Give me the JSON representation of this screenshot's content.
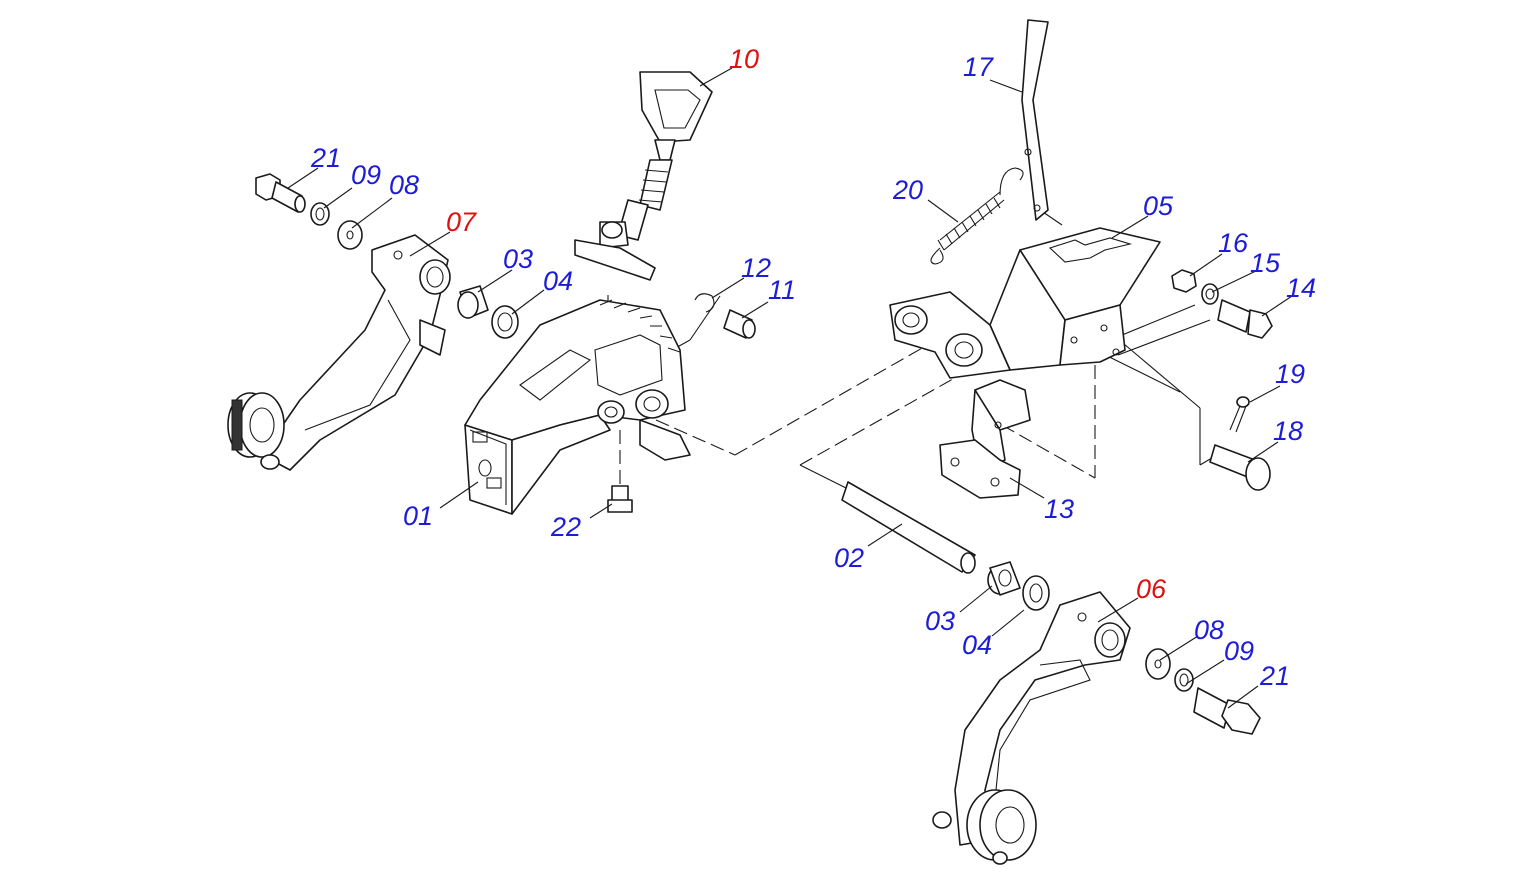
{
  "colors": {
    "callout_standard": "#1d1dd6",
    "callout_highlight": "#e01010",
    "line": "#1a1a1a",
    "background": "#ffffff"
  },
  "callouts": {
    "c01": {
      "text": "01",
      "highlight": false
    },
    "c02": {
      "text": "02",
      "highlight": false
    },
    "c03_top": {
      "text": "03",
      "highlight": false
    },
    "c03_bottom": {
      "text": "03",
      "highlight": false
    },
    "c04_top": {
      "text": "04",
      "highlight": false
    },
    "c04_bottom": {
      "text": "04",
      "highlight": false
    },
    "c05": {
      "text": "05",
      "highlight": false
    },
    "c06": {
      "text": "06",
      "highlight": true
    },
    "c07": {
      "text": "07",
      "highlight": true
    },
    "c08_top": {
      "text": "08",
      "highlight": false
    },
    "c08_bottom": {
      "text": "08",
      "highlight": false
    },
    "c09_top": {
      "text": "09",
      "highlight": false
    },
    "c09_bottom": {
      "text": "09",
      "highlight": false
    },
    "c10": {
      "text": "10",
      "highlight": true
    },
    "c11": {
      "text": "11",
      "highlight": false
    },
    "c12": {
      "text": "12",
      "highlight": false
    },
    "c13": {
      "text": "13",
      "highlight": false
    },
    "c14": {
      "text": "14",
      "highlight": false
    },
    "c15": {
      "text": "15",
      "highlight": false
    },
    "c16": {
      "text": "16",
      "highlight": false
    },
    "c17": {
      "text": "17",
      "highlight": false
    },
    "c18": {
      "text": "18",
      "highlight": false
    },
    "c19": {
      "text": "19",
      "highlight": false
    },
    "c20": {
      "text": "20",
      "highlight": false
    },
    "c21_top": {
      "text": "21",
      "highlight": false
    },
    "c21_bottom": {
      "text": "21",
      "highlight": false
    },
    "c22": {
      "text": "22",
      "highlight": false
    }
  }
}
